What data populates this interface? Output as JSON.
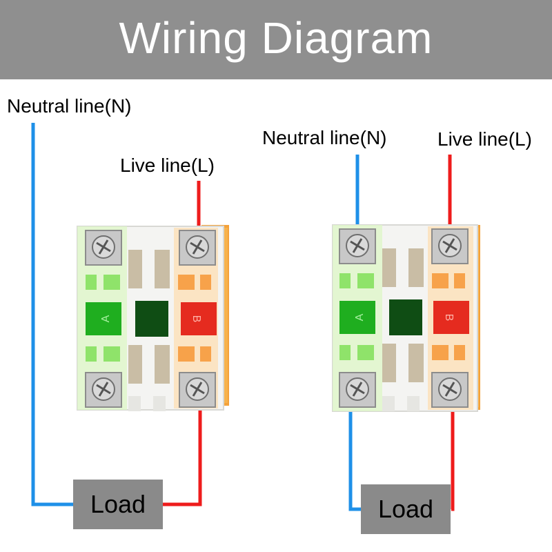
{
  "header": {
    "title": "Wiring Diagram"
  },
  "diagrams": [
    {
      "neutral_label": "Neutral line(N)",
      "live_label": "Live line(L)",
      "load_label": "Load",
      "contact_left_label": "A",
      "contact_right_label": "B"
    },
    {
      "neutral_label": "Neutral line(N)",
      "live_label": "Live line(L)",
      "load_label": "Load",
      "contact_left_label": "A",
      "contact_right_label": "B"
    }
  ],
  "colors": {
    "neutral_wire": "#1e90e8",
    "live_wire": "#ee1c1c",
    "banner": "#8f8f8f",
    "load_box": "#8a8a8a",
    "contact_a": "#1fae1f",
    "contact_b": "#e52b1f"
  }
}
